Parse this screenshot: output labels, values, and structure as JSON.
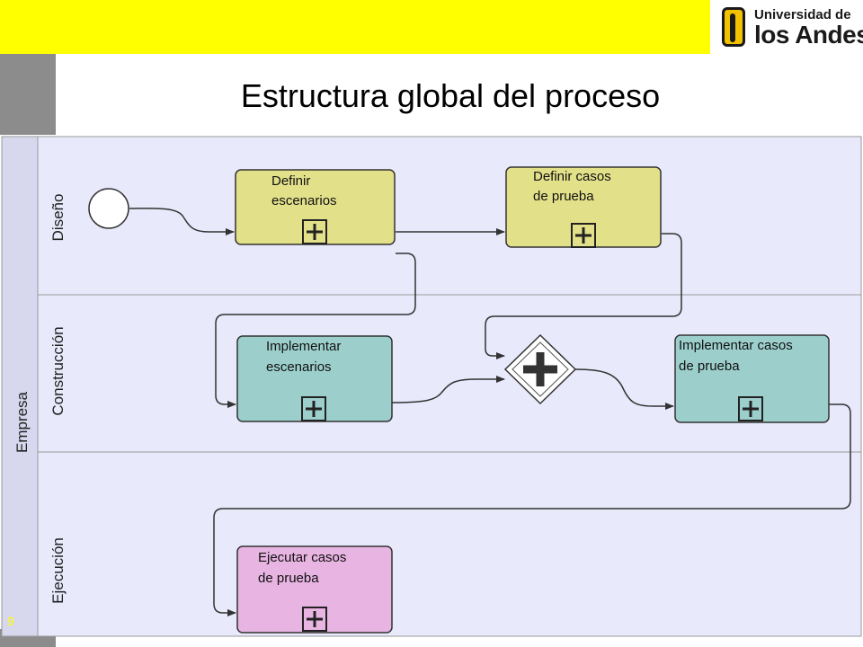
{
  "header": {
    "title": "Estructura global del proceso",
    "logo_line1": "Universidad de",
    "logo_line2": "los Andes"
  },
  "diagram": {
    "pool": "Empresa",
    "lanes": [
      "Diseño",
      "Construcción",
      "Ejecución"
    ],
    "tasks": [
      {
        "line1": "Definir",
        "line2": "escenarios"
      },
      {
        "line1": "Definir casos",
        "line2": "de prueba"
      },
      {
        "line1": "Implementar",
        "line2": "escenarios"
      },
      {
        "line1": "Implementar casos",
        "line2": "de prueba"
      },
      {
        "line1": "Ejecutar casos",
        "line2": "de prueba"
      }
    ]
  },
  "footer": {
    "page": "9"
  },
  "colors": {
    "design_task": "#e3e08a",
    "construction_task": "#9ccfcc",
    "execution_task": "#e8b4e2",
    "canvas": "#e8e9fb",
    "header_bar": "#ffff00"
  }
}
